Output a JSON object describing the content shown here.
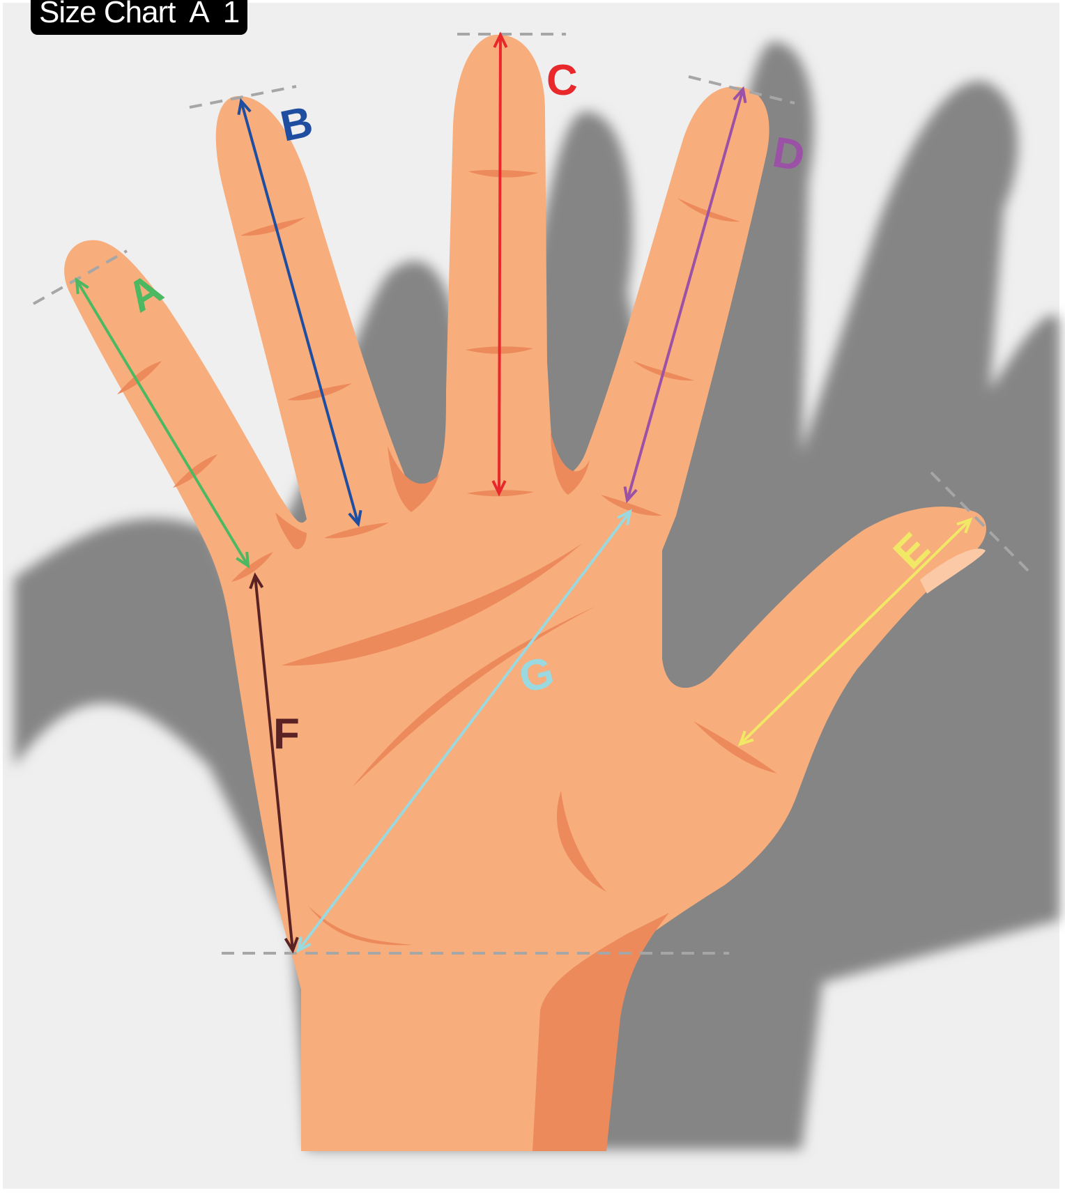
{
  "title": "Size Chart  A  1",
  "measurements": [
    {
      "id": "A",
      "label": "A",
      "color": "#4cb861"
    },
    {
      "id": "B",
      "label": "B",
      "color": "#1f4ea0"
    },
    {
      "id": "C",
      "label": "C",
      "color": "#e8282b"
    },
    {
      "id": "D",
      "label": "D",
      "color": "#9b51a6"
    },
    {
      "id": "E",
      "label": "E",
      "color": "#f1e865"
    },
    {
      "id": "F",
      "label": "F",
      "color": "#5b2224"
    },
    {
      "id": "G",
      "label": "G",
      "color": "#9ad9df"
    }
  ],
  "colors": {
    "background": "#efefef",
    "skin": "#f7ad7c",
    "crease": "#ec8a5c",
    "shadow": "#858585",
    "guide_dash": "#a6a6a6",
    "nail": "#fbc9a6"
  }
}
